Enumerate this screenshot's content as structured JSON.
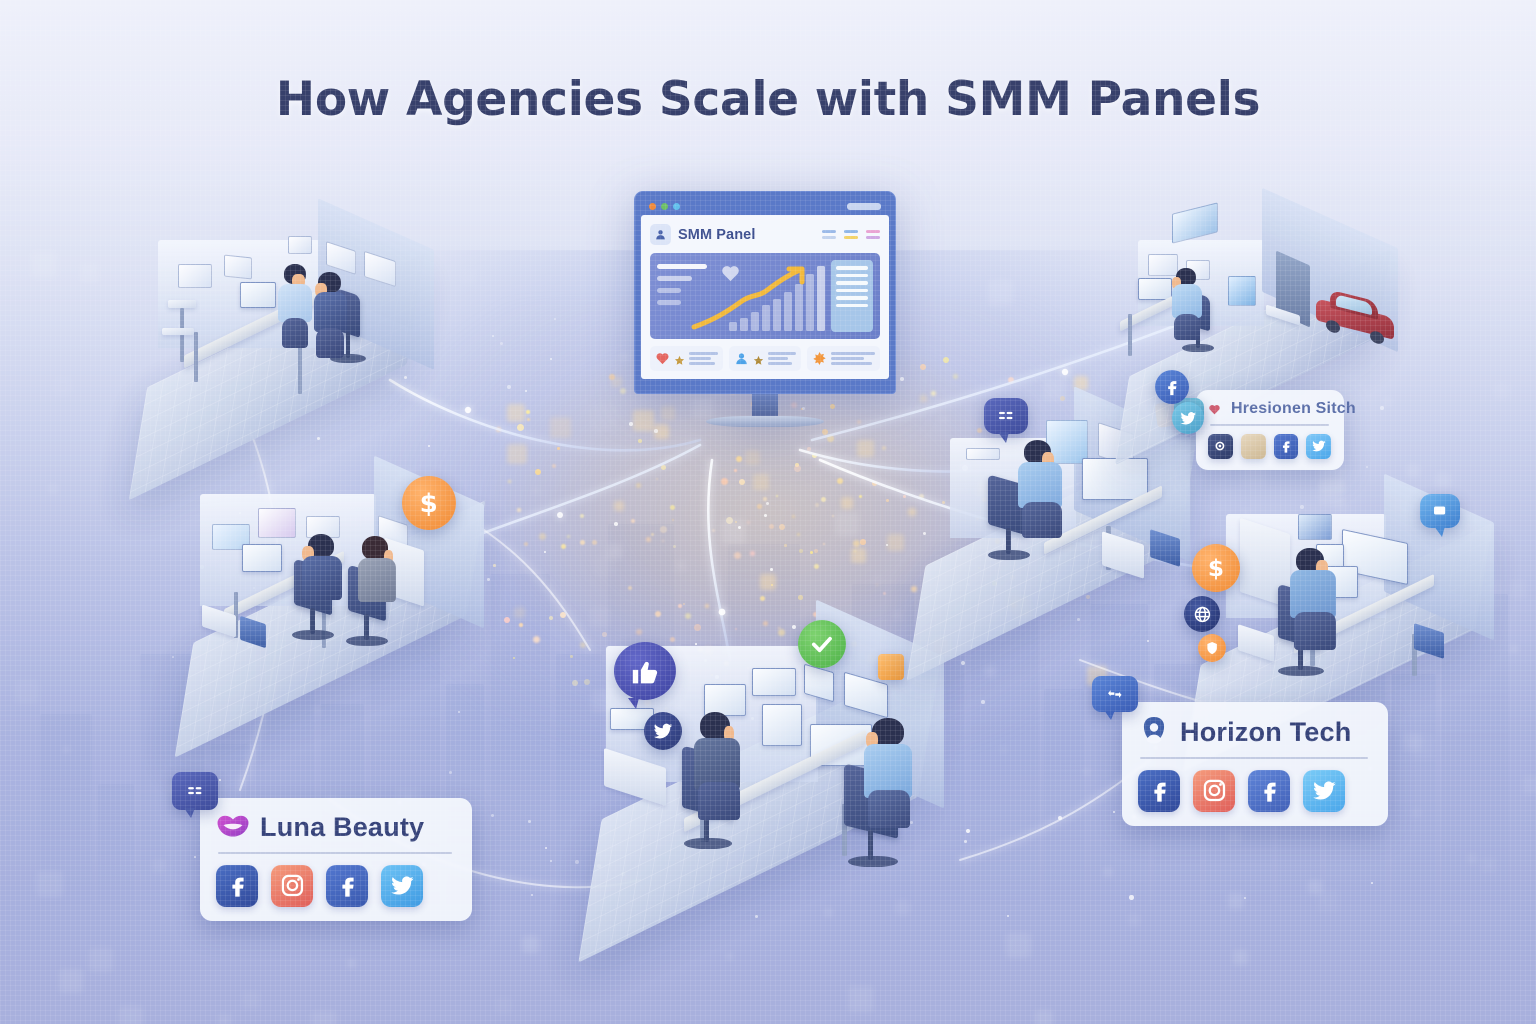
{
  "page": {
    "title": "How Agencies Scale with SMM Panels",
    "background_top_color": "#eef0fa",
    "background_bottom_color": "#a8b0dd",
    "title_color": "#37406b",
    "style": "isometric 3d illustration, hub-and-spoke network"
  },
  "hub": {
    "name": "central-smm-panel-monitor",
    "window_title": "SMM Panel",
    "titlebar_color": "#5a79c8",
    "traffic_lights": [
      "#ef8a3c",
      "#6dc067",
      "#62c0ec"
    ],
    "avatar_icon": "user-icon",
    "header_marks": [
      "#7db6ec",
      "#f2d36b",
      "#e9a3d3"
    ],
    "chart": {
      "bars": 9,
      "trend": "upward",
      "arrow_color": "#f2b93c",
      "panel_color": "#7385cf",
      "watermark_icon": "heart-icon"
    },
    "stats": [
      {
        "icon": "heart-icon",
        "icon_color": "#e4655f",
        "star": true,
        "star_color": "#c59a3f"
      },
      {
        "icon": "user-icon",
        "icon_color": "#4da2e8",
        "star": true,
        "star_color": "#b08b3a"
      },
      {
        "icon": "star-burst-icon",
        "icon_color": "#f2963c",
        "star": false,
        "star_color": "#f2963c"
      }
    ]
  },
  "scenes": [
    {
      "name": "agency-office-top-left",
      "people": 2,
      "devices": "desktop monitor, laptop, side table",
      "badges": []
    },
    {
      "name": "agency-office-mid-left",
      "people": 2,
      "devices": "desktop monitor, shelving, laptop",
      "badges": [
        "dollar-badge"
      ]
    },
    {
      "name": "agency-office-bottom-center",
      "people": 2,
      "devices": "multiple monitors, wall screens",
      "badges": [
        "thumbs-up-bubble",
        "twitter-bubble",
        "check-badge",
        "orange-square-badge"
      ]
    },
    {
      "name": "client-office-mid-right",
      "people": 1,
      "devices": "laptop, wall art",
      "badges": [
        "chat-bubble"
      ]
    },
    {
      "name": "client-storefront-top-right",
      "people": 1,
      "devices": "desktop, wall display, parked car",
      "badges": []
    },
    {
      "name": "client-office-bottom-right",
      "people": 1,
      "devices": "dual monitors, shelving, storage",
      "badges": [
        "dollar-badge",
        "globe-badge",
        "shield-badge",
        "chat-bubble"
      ]
    }
  ],
  "brand_cards": [
    {
      "name": "luna-beauty-card",
      "label": "Luna Beauty",
      "logo_icon": "lips-icon",
      "logo_color": "#b84fc6",
      "tag_icon": "chat-lines-icon",
      "tag_color": "#4a5aa8",
      "socials": [
        {
          "name": "facebook-icon",
          "color": "#3b5ba9"
        },
        {
          "name": "instagram-icon",
          "color": "#e8735f"
        },
        {
          "name": "facebook-icon",
          "color": "#3f63bb"
        },
        {
          "name": "twitter-icon",
          "color": "#4aa8ec"
        }
      ]
    },
    {
      "name": "horizon-tech-card",
      "label": "Horizon Tech",
      "logo_icon": "user-badge-icon",
      "logo_color": "#3f5fa8",
      "tag_icon": "share-icon",
      "tag_color": "#3f63bb",
      "socials": [
        {
          "name": "facebook-icon",
          "color": "#3b5ba9"
        },
        {
          "name": "instagram-icon",
          "color": "#e8735f"
        },
        {
          "name": "facebook-icon",
          "color": "#4a6ec4"
        },
        {
          "name": "twitter-icon",
          "color": "#5ab4f0"
        }
      ]
    },
    {
      "name": "third-client-card",
      "label": "Hresionen Sitch",
      "logo_icon": "heart-icon",
      "logo_color": "#d05f72",
      "tag_icon": "twitter-icon",
      "tag_color": "#63b9d6",
      "socials": [
        {
          "name": "instagram-icon",
          "color": "#3b4a7e"
        },
        {
          "name": "blank-icon",
          "color": "#d9c7ad"
        },
        {
          "name": "facebook-icon",
          "color": "#4a6ec4"
        },
        {
          "name": "twitter-icon",
          "color": "#62b6ef"
        }
      ]
    }
  ],
  "accents": {
    "dollar": "#f2923c",
    "check": "#5fc15c",
    "thumbs_up": "#4a4fae",
    "chat": "#4a5aa8",
    "orange_square": "#f2a63c",
    "globe": "#2e3f80",
    "shield": "#ef8f4c",
    "link_glow": "#ffffff"
  }
}
